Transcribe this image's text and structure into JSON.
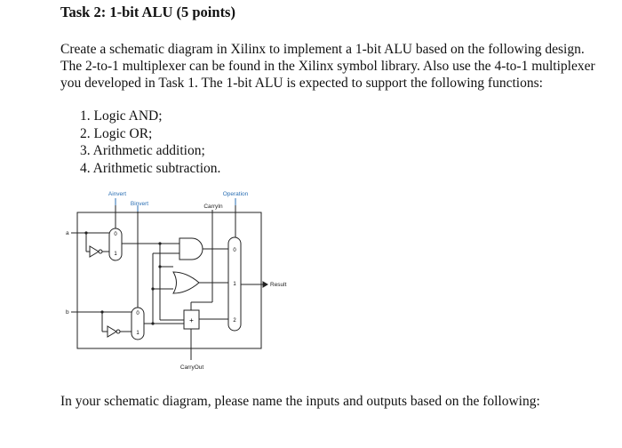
{
  "task": {
    "title": "Task 2: 1-bit ALU (5 points)",
    "intro": "Create a schematic diagram in Xilinx to implement a 1-bit ALU based on the following design. The 2-to-1 multiplexer can be found in the Xilinx symbol library. Also use the 4-to-1 multiplexer you developed in Task 1.  The 1-bit ALU is expected to support the following functions:",
    "functions": [
      "1.  Logic AND;",
      "2.  Logic OR;",
      "3.  Arithmetic addition;",
      "4.  Arithmetic subtraction."
    ],
    "outro": "In your schematic diagram, please name the inputs and outputs based on the following:"
  },
  "diagram": {
    "labels": {
      "ainvert": "Ainvert",
      "binvert": "Binvert",
      "carryin": "CarryIn",
      "operation": "Operation",
      "a": "a",
      "b": "b",
      "result": "Result",
      "carryout": "CarryOut"
    },
    "mux_a": {
      "in0": "0",
      "in1": "1"
    },
    "mux_b": {
      "in0": "0",
      "in1": "1"
    },
    "adder_symbol": "+",
    "result_mux": {
      "in0": "0",
      "in1": "1",
      "in2": "2"
    },
    "label_color": "#2b6fb3",
    "wire_color": "#222222"
  }
}
